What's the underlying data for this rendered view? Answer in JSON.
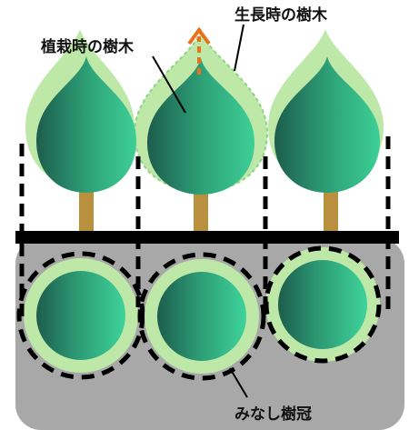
{
  "labels": {
    "planted_tree": "植栽時の樹木",
    "grown_tree": "生長時の樹木",
    "deemed_canopy": "みなし樹冠"
  },
  "colors": {
    "ground_panel": "#a8a8a8",
    "ground_line": "#000000",
    "trunk": "#b8903e",
    "crown_light": "#bde8a7",
    "crown_dark": "#1d5d4d",
    "crown_bright": "#3ecf96",
    "growth_arrow": "#e8711a",
    "dashed_lines": "#000000"
  }
}
